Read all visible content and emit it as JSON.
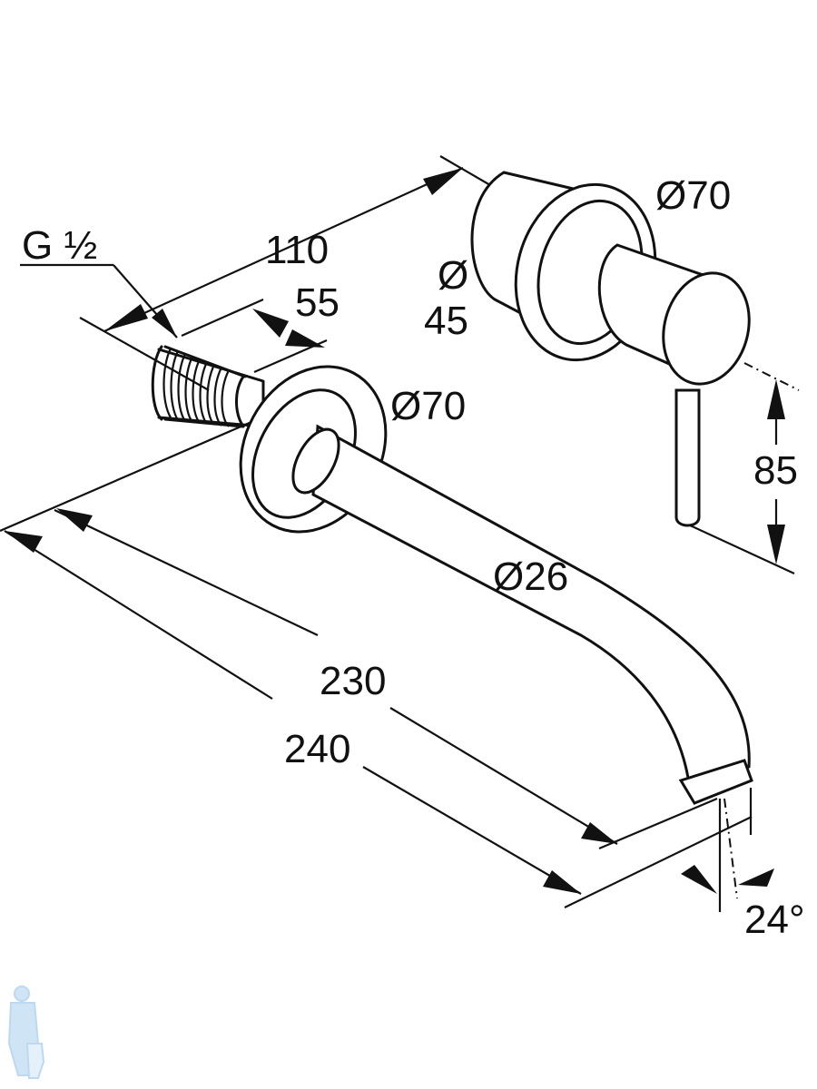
{
  "drawing": {
    "thread_label": "G ½",
    "dim_110": "110",
    "dim_55": "55",
    "flange_left_dia": "Ø70",
    "flange_right_dia": "Ø70",
    "body_dia_symbol": "Ø",
    "body_dia_value": "45",
    "spout_dia": "Ø26",
    "dim_85": "85",
    "dim_230": "230",
    "dim_240": "240",
    "angle": "24°"
  },
  "colors": {
    "line": "#111111",
    "watermark": "#bcd9ef"
  }
}
